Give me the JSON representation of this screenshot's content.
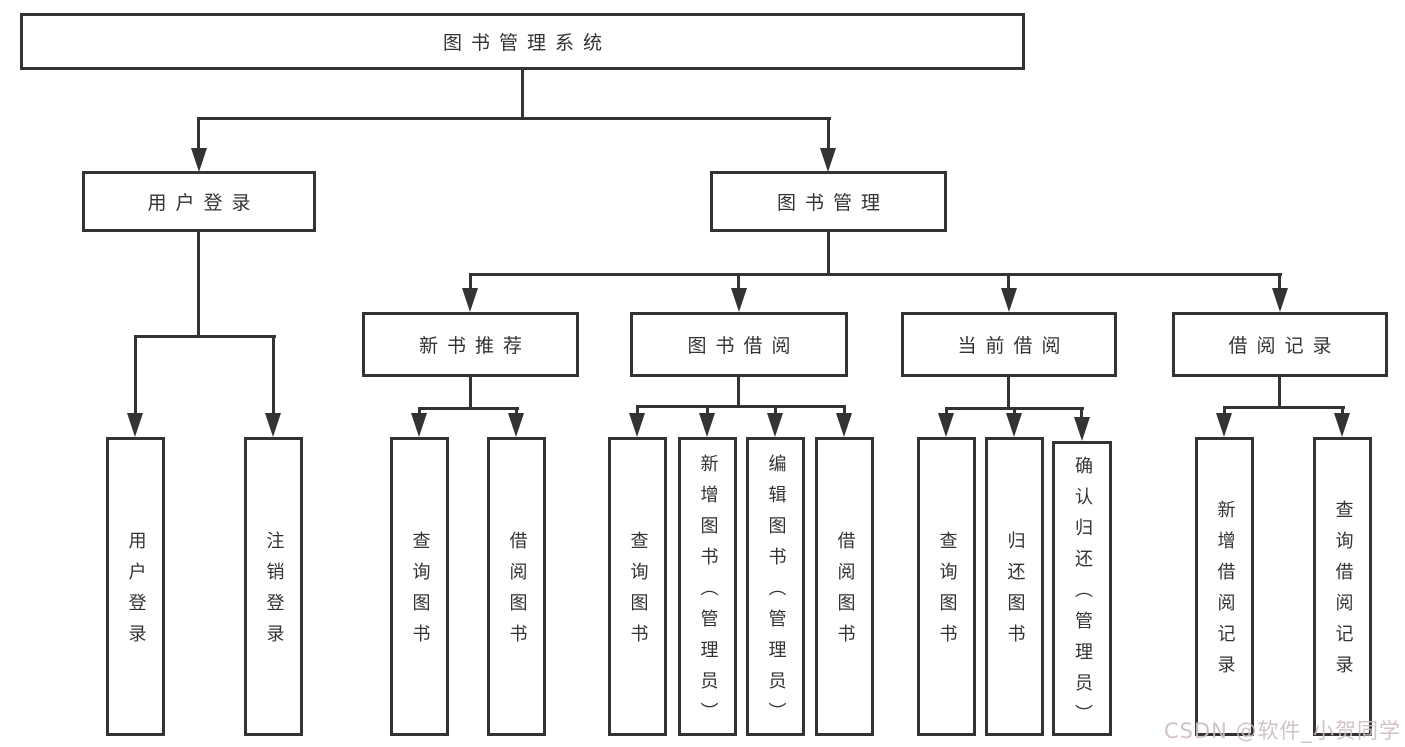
{
  "diagram": {
    "root": {
      "label": "图书管理系统"
    },
    "level2": {
      "user_login": {
        "label": "用户登录"
      },
      "book_mgmt": {
        "label": "图书管理"
      }
    },
    "level3": {
      "new_books": {
        "label": "新书推荐"
      },
      "book_borrow": {
        "label": "图书借阅"
      },
      "current_borrow": {
        "label": "当前借阅"
      },
      "borrow_records": {
        "label": "借阅记录"
      }
    },
    "leaves": {
      "login": [
        "用户登录",
        "注销登录"
      ],
      "new_books": [
        "查询图书",
        "借阅图书"
      ],
      "book_borrow": [
        "查询图书",
        "新增图书（管理员）",
        "编辑图书（管理员）",
        "借阅图书"
      ],
      "current_borrow": [
        "查询图书",
        "归还图书",
        "确认归还（管理员）"
      ],
      "borrow_records": [
        "新增借阅记录",
        "查询借阅记录"
      ]
    },
    "colors": {
      "line": "#333333",
      "text": "#333333",
      "background": "#ffffff",
      "watermark": "#cfbdc1"
    },
    "watermark": "CSDN @软件_小贺同学"
  }
}
